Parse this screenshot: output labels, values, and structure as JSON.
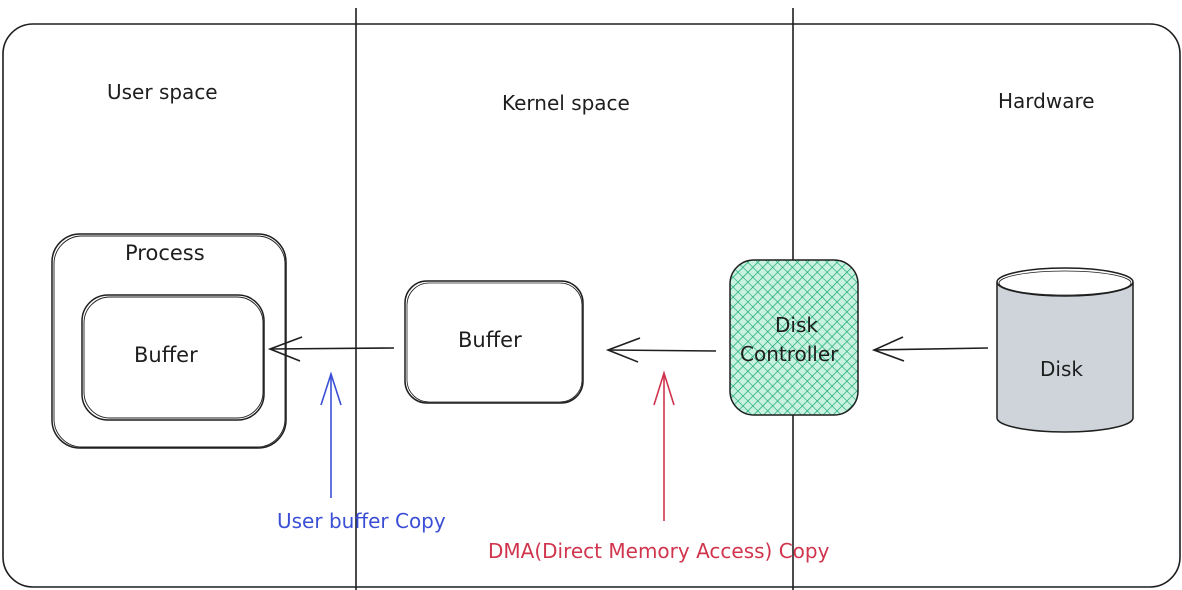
{
  "sections": {
    "user_space": "User space",
    "kernel_space": "Kernel space",
    "hardware": "Hardware"
  },
  "nodes": {
    "process": "Process",
    "user_buffer": "Buffer",
    "kernel_buffer": "Buffer",
    "disk_controller_line1": "Disk",
    "disk_controller_line2": "Controller",
    "disk": "Disk"
  },
  "annotations": {
    "user_copy": "User buffer Copy",
    "dma_copy": "DMA(Direct Memory Access) Copy"
  },
  "colors": {
    "stroke": "#1e1e1e",
    "user_copy": "#3b4fd6",
    "dma_copy": "#d0354d",
    "controller_fill": "#2fbf8f",
    "disk_fill": "#ced4da"
  }
}
